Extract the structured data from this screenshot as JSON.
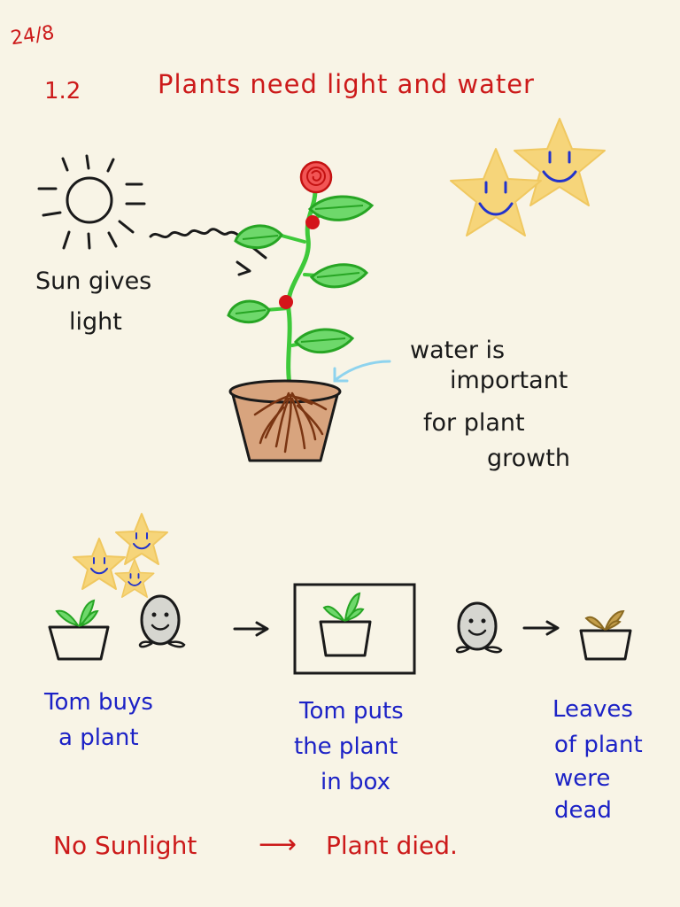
{
  "header": {
    "date": "24/8",
    "section": "1.2",
    "title": "Plants need light and water"
  },
  "diagram": {
    "sun_label_line1": "Sun gives",
    "sun_label_line2": "light",
    "water_line1": "water is",
    "water_line2": "important",
    "water_line3": "for plant",
    "water_line4": "growth"
  },
  "story": {
    "step1_line1": "Tom buys",
    "step1_line2": "a plant",
    "step2_line1": "Tom puts",
    "step2_line2": "the plant",
    "step2_line3": "in box",
    "step3_line1": "Leaves",
    "step3_line2": "of plant",
    "step3_line3": "were",
    "step3_line4": "dead",
    "arrow1": "→",
    "arrow2": "→"
  },
  "conclusion": {
    "cause": "No Sunlight",
    "arrow": "⟶",
    "effect": "Plant died."
  },
  "colors": {
    "background": "#f8f4e6",
    "red_ink": "#cc1a1a",
    "blue_ink": "#1c22c6",
    "black_ink": "#1a1a1a",
    "leaf_green": "#3ec93a",
    "star_yellow": "#f6d57a",
    "pot_brown": "#d8a47e",
    "root_brown": "#7a3512"
  },
  "icons": [
    "sun-icon",
    "plant-icon",
    "star-face-icon",
    "face-icon",
    "box-icon",
    "arrow-icon"
  ]
}
